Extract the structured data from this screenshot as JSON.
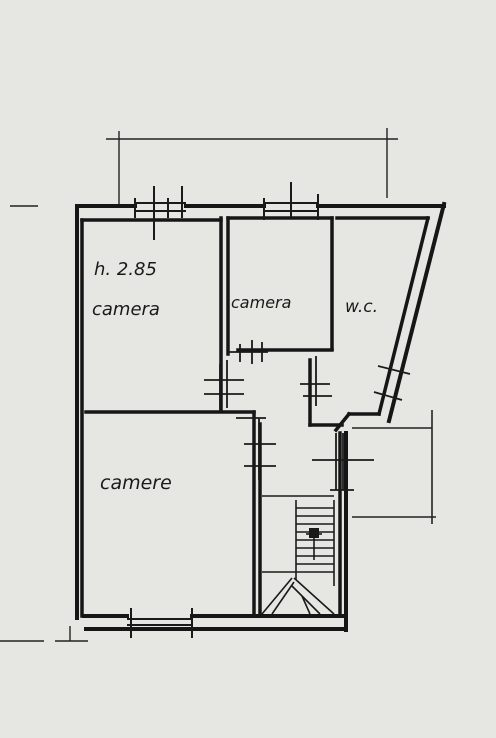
{
  "rooms": {
    "height_label": "h. 2.85",
    "camera_left": "camera",
    "camera_small": "camera",
    "wc": "w.c.",
    "camere": "camere"
  },
  "colors": {
    "paper": "#e6e7e2",
    "ink": "#161616"
  }
}
